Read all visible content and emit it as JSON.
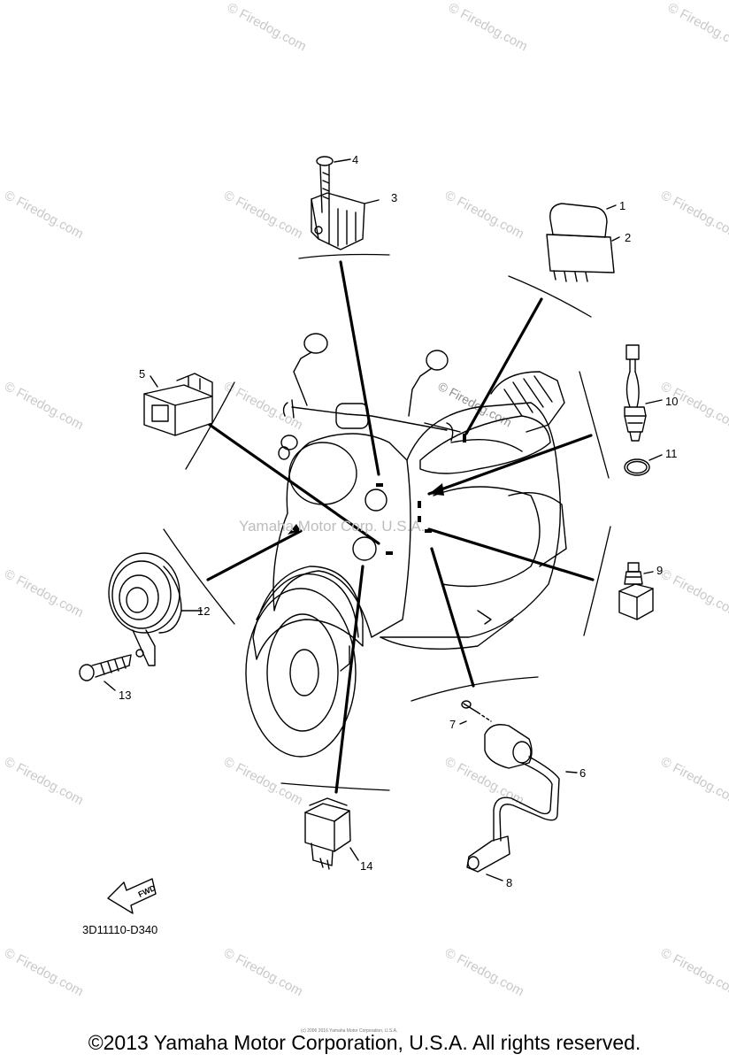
{
  "callouts": {
    "c1": "1",
    "c2": "2",
    "c3": "3",
    "c4": "4",
    "c5": "5",
    "c6": "6",
    "c7": "7",
    "c8": "8",
    "c9": "9",
    "c10": "10",
    "c11": "11",
    "c12": "12",
    "c13": "13",
    "c14": "14"
  },
  "watermark": {
    "site": "© Firedog.com",
    "center": "Yamaha Motor Corp. U.S.A."
  },
  "fwd_label": "FWD",
  "diagram_code": "3D11110-D340",
  "fine_print": "(c) 2006 2016 Yamaha Motor Corporation, U.S.A.",
  "copyright": "©2013 Yamaha Motor Corporation, U.S.A. All rights reserved."
}
